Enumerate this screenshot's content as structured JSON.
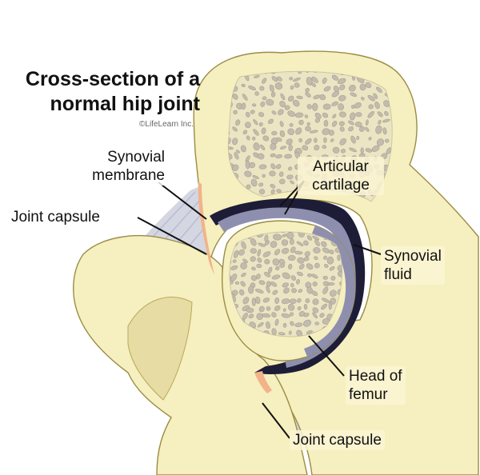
{
  "title": {
    "line1": "Cross-section of a",
    "line2": "normal hip joint"
  },
  "credit": "©LifeLearn Inc.",
  "labels": {
    "synovial_membrane": {
      "line1": "Synovial",
      "line2": "membrane"
    },
    "joint_capsule_upper": {
      "line1": "Joint capsule"
    },
    "articular_cartilage": {
      "line1": "Articular",
      "line2": "cartilage"
    },
    "synovial_fluid": {
      "line1": "Synovial",
      "line2": "fluid"
    },
    "head_of_femur": {
      "line1": "Head of",
      "line2": "femur"
    },
    "joint_capsule_lower": {
      "line1": "Joint capsule"
    }
  },
  "colors": {
    "bone": "#f6efbf",
    "bone_outline": "#9a8d45",
    "cancellous_pore": "#c2bcae",
    "cartilage": "#8e8fae",
    "synovial_fluid": "#1d1d38",
    "membrane": "#f2b38a",
    "capsule": "#d4d6e2"
  }
}
